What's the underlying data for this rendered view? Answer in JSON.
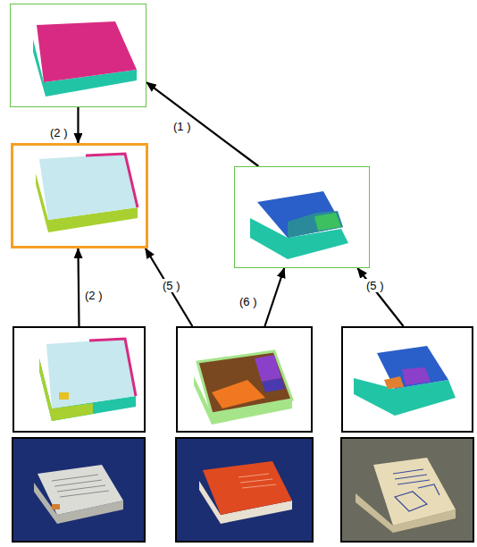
{
  "diagram": {
    "nodes": [
      {
        "text": []
      },
      {
        "text": []
      },
      {
        "text": []
      },
      {
        "text": []
      },
      {
        "text": []
      },
      {
        "text": []
      }
    ],
    "edges": [
      {
        "from": 2,
        "to": 0,
        "arrow": "to",
        "label": "(1 )"
      },
      {
        "from": 0,
        "to": 1,
        "arrow": "to",
        "label": "(2 )"
      },
      {
        "from": 3,
        "to": 1,
        "arrow": "to",
        "label": "(2 )"
      },
      {
        "from": 4,
        "to": 1,
        "arrow": "to",
        "label": "(5 )"
      },
      {
        "from": 4,
        "to": 2,
        "arrow": "to",
        "label": "(6 )"
      },
      {
        "from": 5,
        "to": 2,
        "arrow": "to",
        "label": "(5 )"
      }
    ]
  }
}
